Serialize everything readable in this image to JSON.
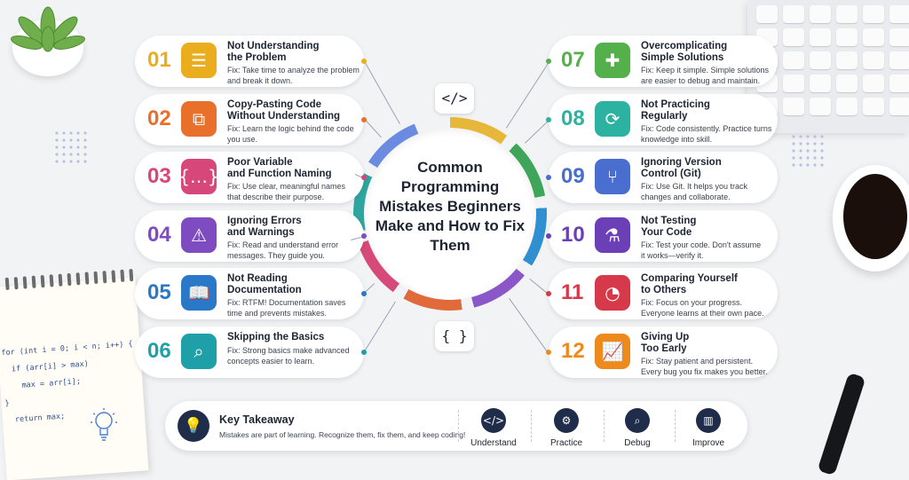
{
  "title": "Common Programming Mistakes Beginners Make and How to Fix Them",
  "top_badge": "</>",
  "bottom_badge": "{ }",
  "notebook_code": "for (int i = 0; i < n; i++) {\n  if (arr[i] > max)\n    max = arr[i];\n}\n  return max;",
  "colors": {
    "yellow": "#e9ad1e",
    "orange": "#e8702a",
    "pink": "#d8477a",
    "purple": "#7e4cc0",
    "blue": "#2a78c8",
    "teal": "#1f9fa8",
    "green": "#54b04a",
    "mint": "#2bb2a0",
    "indigo": "#4a6ed0",
    "violet": "#6b3fb5",
    "red": "#d63a4a",
    "amber": "#ee8a1c"
  },
  "mistakes": [
    {
      "num": "01",
      "title": "Not Understanding\nthe Problem",
      "fix": "Fix: Take time to analyze the problem\nand break it down.",
      "icon": "clipboard-icon",
      "glyph": "☰",
      "color": "#e9ad1e"
    },
    {
      "num": "02",
      "title": "Copy-Pasting Code\nWithout Understanding",
      "fix": "Fix: Learn the logic behind the code\nyou use.",
      "icon": "copy-icon",
      "glyph": "⧉",
      "color": "#e8702a"
    },
    {
      "num": "03",
      "title": "Poor Variable\nand Function Naming",
      "fix": "Fix: Use clear, meaningful names\nthat describe their purpose.",
      "icon": "braces-icon",
      "glyph": "{…}",
      "color": "#d8477a"
    },
    {
      "num": "04",
      "title": "Ignoring Errors\nand Warnings",
      "fix": "Fix: Read and understand error\nmessages. They guide you.",
      "icon": "warning-icon",
      "glyph": "⚠",
      "color": "#7e4cc0"
    },
    {
      "num": "05",
      "title": "Not Reading\nDocumentation",
      "fix": "Fix: RTFM! Documentation saves\ntime and prevents mistakes.",
      "icon": "book-icon",
      "glyph": "📖",
      "color": "#2a78c8"
    },
    {
      "num": "06",
      "title": "Skipping the Basics",
      "fix": "Fix: Strong basics make advanced\nconcepts easier to learn.",
      "icon": "search-icon",
      "glyph": "⌕",
      "color": "#1f9fa8"
    },
    {
      "num": "07",
      "title": "Overcomplicating\nSimple Solutions",
      "fix": "Fix: Keep it simple. Simple solutions\nare easier to debug and maintain.",
      "icon": "puzzle-icon",
      "glyph": "✚",
      "color": "#54b04a"
    },
    {
      "num": "08",
      "title": "Not Practicing\nRegularly",
      "fix": "Fix: Code consistently. Practice turns\nknowledge into skill.",
      "icon": "refresh-icon",
      "glyph": "⟳",
      "color": "#2bb2a0"
    },
    {
      "num": "09",
      "title": "Ignoring Version\nControl (Git)",
      "fix": "Fix: Use Git. It helps you track\nchanges and collaborate.",
      "icon": "git-icon",
      "glyph": "⑂",
      "color": "#4a6ed0"
    },
    {
      "num": "10",
      "title": "Not Testing\nYour Code",
      "fix": "Fix: Test your code. Don't assume\nit works—verify it.",
      "icon": "flask-icon",
      "glyph": "⚗",
      "color": "#6b3fb5"
    },
    {
      "num": "11",
      "title": "Comparing Yourself\nto Others",
      "fix": "Fix: Focus on your progress.\nEveryone learns at their own pace.",
      "icon": "gauge-icon",
      "glyph": "◔",
      "color": "#d63a4a"
    },
    {
      "num": "12",
      "title": "Giving Up\nToo Early",
      "fix": "Fix: Stay patient and persistent.\nEvery bug you fix makes you better.",
      "icon": "growth-chart-icon",
      "glyph": "📈",
      "color": "#ee8a1c"
    }
  ],
  "takeaway": {
    "title": "Key Takeaway",
    "text": "Mistakes are part of learning. Recognize them, fix them, and keep coding!",
    "steps": [
      {
        "label": "Understand",
        "icon": "code-icon",
        "glyph": "</>"
      },
      {
        "label": "Practice",
        "icon": "gear-icon",
        "glyph": "⚙"
      },
      {
        "label": "Debug",
        "icon": "search-icon",
        "glyph": "⌕"
      },
      {
        "label": "Improve",
        "icon": "bar-chart-icon",
        "glyph": "▥"
      }
    ]
  }
}
